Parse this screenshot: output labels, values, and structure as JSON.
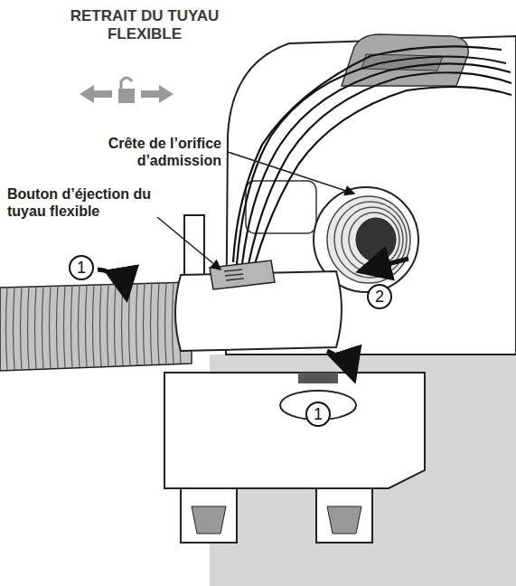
{
  "diagram": {
    "title": "RETRAIT DU TUYAU FLEXIBLE",
    "labels": [
      "Crête de l’orifice d’admission",
      "Bouton d’éjection du tuyau flexible",
      "1",
      "2",
      "1"
    ]
  }
}
